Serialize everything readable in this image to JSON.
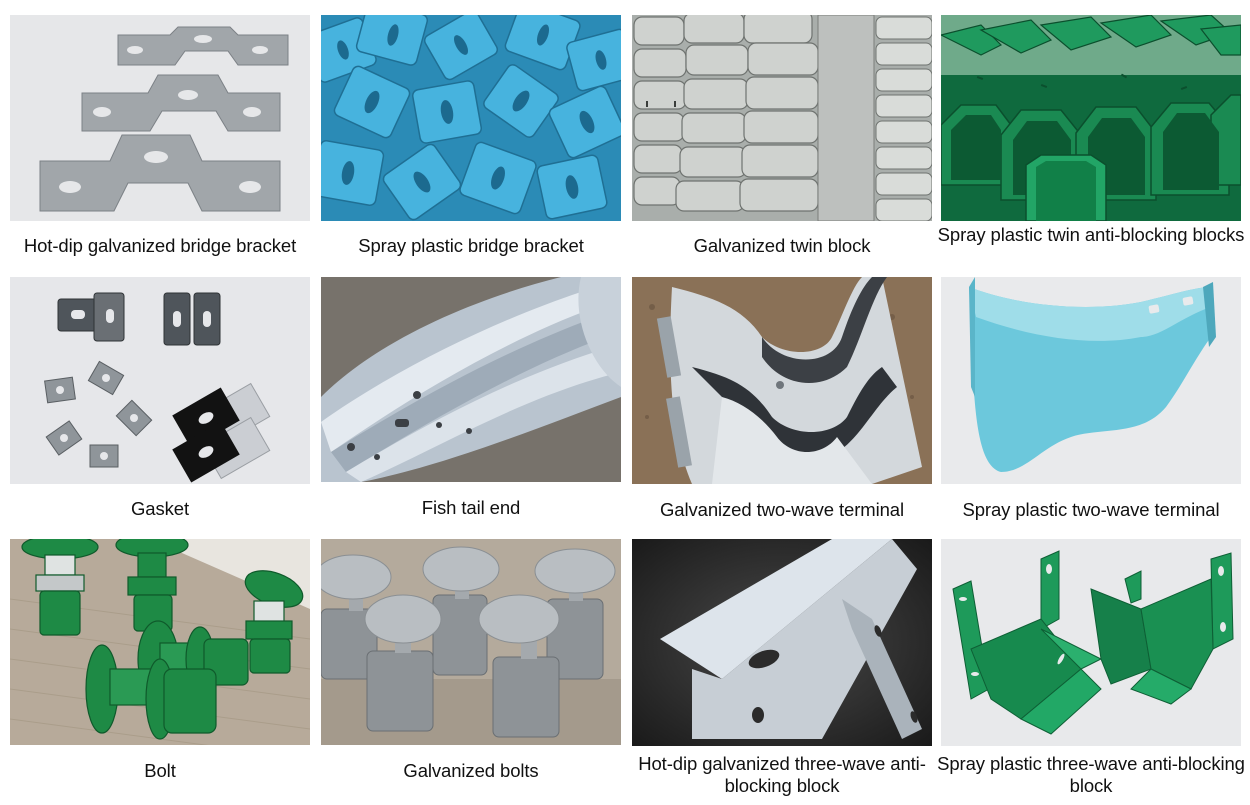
{
  "products": [
    {
      "label": "Hot-dip galvanized bridge bracket",
      "finish": "galvanized",
      "color": "#9ea3a6",
      "background": "#e6e7e9"
    },
    {
      "label": "Spray plastic bridge bracket",
      "finish": "spray-plastic",
      "color": "#3ea9d6",
      "background": "#2b8bb6"
    },
    {
      "label": "Galvanized twin block",
      "finish": "galvanized",
      "color": "#c8cbc9",
      "background": "#a9aeab"
    },
    {
      "label": "Spray plastic twin anti-blocking blocks",
      "finish": "spray-plastic",
      "color": "#1f9a5e",
      "background": "#0f6a3e"
    },
    {
      "label": "Gasket",
      "finish": "mixed",
      "color": "#5c6166",
      "background": "#e6e7ea"
    },
    {
      "label": "Fish tail end",
      "finish": "galvanized",
      "color": "#c6ced6",
      "background": "#77726b"
    },
    {
      "label": "Galvanized two-wave terminal",
      "finish": "galvanized",
      "color": "#d6dadc",
      "background": "#8a7157"
    },
    {
      "label": "Spray plastic two-wave terminal",
      "finish": "spray-plastic",
      "color": "#6cc8dc",
      "background": "#e9eaec"
    },
    {
      "label": "Bolt",
      "finish": "spray-plastic",
      "color": "#1e8a45",
      "background": "#b7aa9a"
    },
    {
      "label": "Galvanized bolts",
      "finish": "galvanized",
      "color": "#9a9ea2",
      "background": "#b4aa9c"
    },
    {
      "label": "Hot-dip galvanized three-wave anti-blocking block",
      "finish": "galvanized",
      "color": "#c8d0d8",
      "background": "#2b2b2b"
    },
    {
      "label": "Spray plastic three-wave anti-blocking block",
      "finish": "spray-plastic",
      "color": "#1e9a5a",
      "background": "#e8e9eb"
    }
  ]
}
